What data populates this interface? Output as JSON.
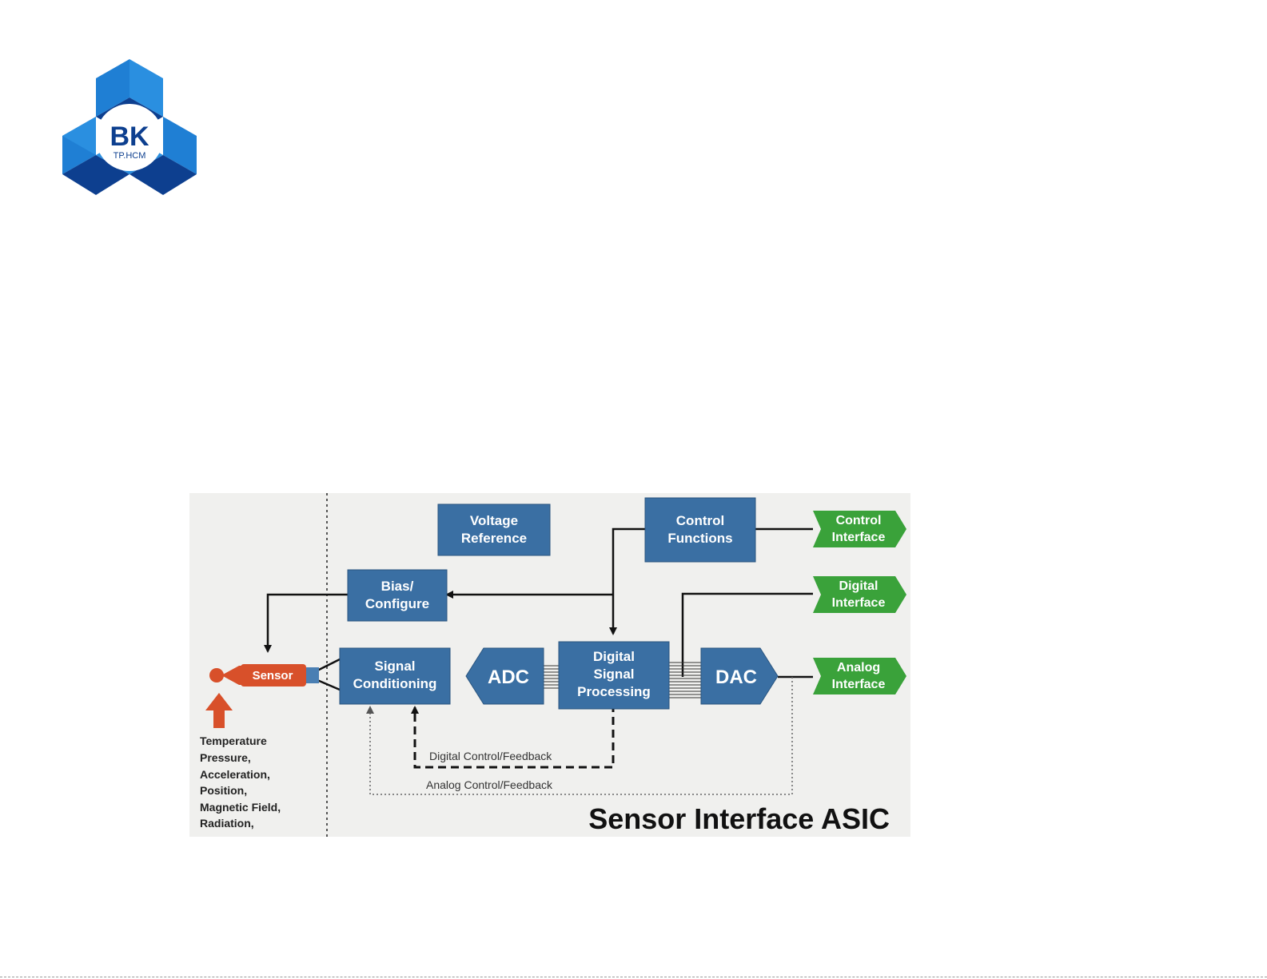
{
  "logo": {
    "line1": "BK",
    "line2": "TP.HCM",
    "colors": {
      "light": "#2a8fe0",
      "dark": "#0d3f8f"
    }
  },
  "diagram": {
    "title": "Sensor Interface ASIC",
    "blocks": {
      "voltage_reference": [
        "Voltage",
        "Reference"
      ],
      "control_functions": [
        "Control",
        "Functions"
      ],
      "bias_configure": [
        "Bias/",
        "Configure"
      ],
      "signal_conditioning": [
        "Signal",
        "Conditioning"
      ],
      "adc": "ADC",
      "dsp": [
        "Digital",
        "Signal",
        "Processing"
      ],
      "dac": "DAC",
      "sensor": "Sensor"
    },
    "interfaces": {
      "control": [
        "Control",
        "Interface"
      ],
      "digital": [
        "Digital",
        "Interface"
      ],
      "analog": [
        "Analog",
        "Interface"
      ]
    },
    "feedback": {
      "digital": "Digital Control/Feedback",
      "analog": "Analog Control/Feedback"
    },
    "inputs": [
      "Temperature",
      "Pressure,",
      "Acceleration,",
      "Position,",
      "Magnetic Field,",
      "Radiation,"
    ],
    "colors": {
      "block": "#3a6fa3",
      "interface": "#3aa23a",
      "sensor": "#d8502a",
      "background": "#f0f0ee"
    }
  }
}
